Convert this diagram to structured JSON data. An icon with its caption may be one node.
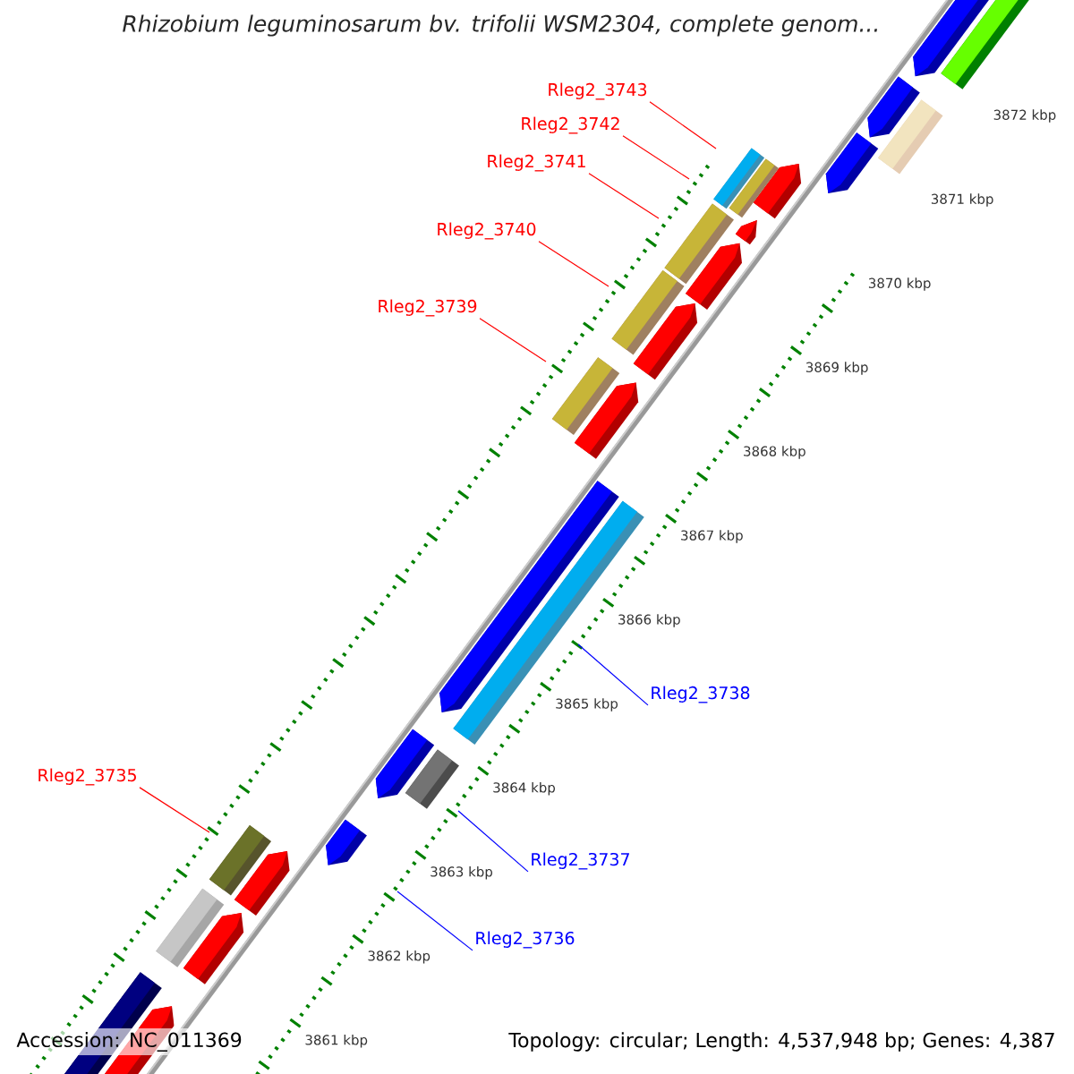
{
  "diagram": {
    "title": "Rhizobium leguminosarum bv. trifolii WSM2304, complete genom...",
    "nodes": [
      {
        "text": [
          "Rleg2_3743"
        ]
      },
      {
        "text": [
          "Rleg2_3742"
        ]
      },
      {
        "text": [
          "Rleg2_3741"
        ]
      },
      {
        "text": [
          "Rleg2_3740"
        ]
      },
      {
        "text": [
          "Rleg2_3739"
        ]
      },
      {
        "text": [
          "Rleg2_3738"
        ]
      },
      {
        "text": [
          "Rleg2_3735"
        ]
      },
      {
        "text": [
          "Rleg2_3737"
        ]
      },
      {
        "text": [
          "Rleg2_3736"
        ]
      }
    ],
    "edges": [
      {
        "from": 0,
        "to": null,
        "arrow": "none"
      },
      {
        "from": 1,
        "to": null,
        "arrow": "none"
      },
      {
        "from": 2,
        "to": null,
        "arrow": "none"
      },
      {
        "from": 3,
        "to": null,
        "arrow": "none"
      },
      {
        "from": 4,
        "to": null,
        "arrow": "none"
      },
      {
        "from": 5,
        "to": null,
        "arrow": "none",
        "color": "#0000ff"
      },
      {
        "from": 6,
        "to": null,
        "arrow": "none"
      },
      {
        "from": 7,
        "to": null,
        "arrow": "none",
        "color": "#0000ff"
      },
      {
        "from": 8,
        "to": null,
        "arrow": "none",
        "color": "#0000ff"
      }
    ],
    "labels": [
      "3872 kbp",
      "3871 kbp",
      "3870 kbp",
      "3869 kbp",
      "3868 kbp",
      "3867 kbp",
      "3866 kbp",
      "3865 kbp",
      "3864 kbp",
      "3863 kbp",
      "3862 kbp",
      "3861 kbp",
      "Accession: NC_011369",
      "Topology: circular; Length: 4,537,948 bp; Genes: 4,387"
    ]
  }
}
